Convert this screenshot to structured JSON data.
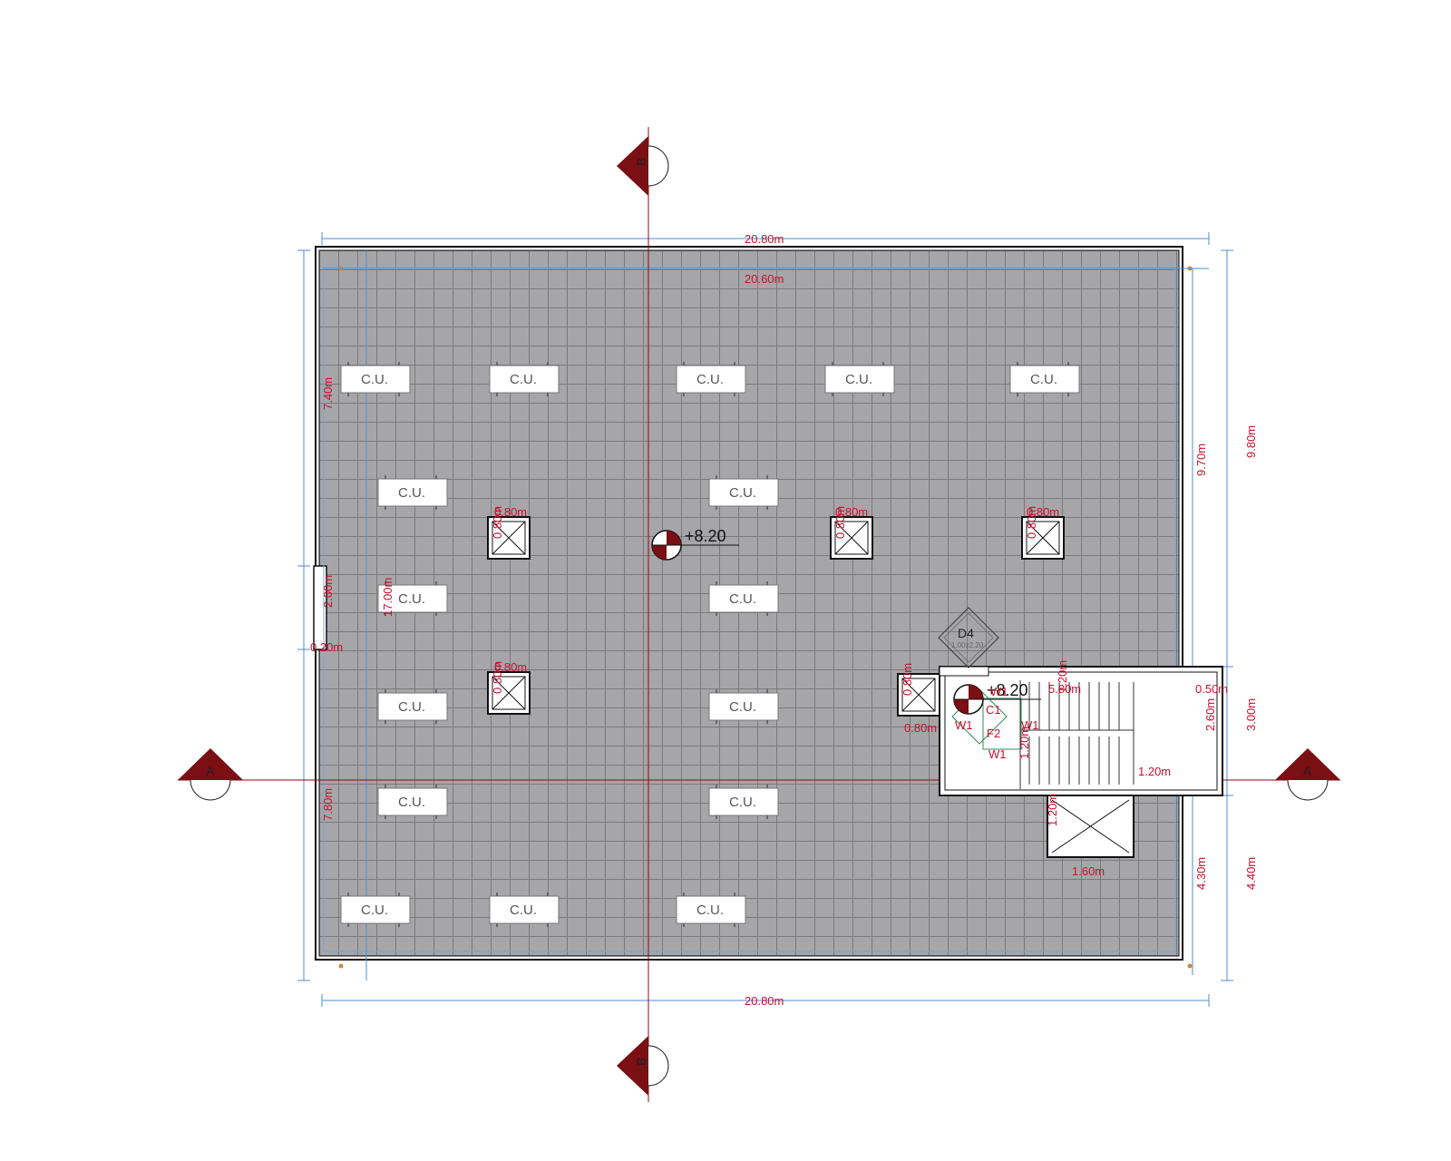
{
  "section_markers": {
    "vertical": "B",
    "horizontal": "A"
  },
  "dimensions": {
    "top_overall": "20.80m",
    "top_inner": "20.60m",
    "bottom_overall": "20.80m",
    "left_upper": "7.40m",
    "left_middle": "2.00m",
    "left_notch": "0.20m",
    "left_inner": "17.00m",
    "left_lower": "7.80m",
    "right_overall": "9.80m",
    "right_inner_upper": "9.70m",
    "right_stair": "3.00m",
    "right_lower_inner": "4.30m",
    "right_lower": "4.40m",
    "opening_size": "0.80m",
    "stair_width": "5.80m",
    "stair_offset": "0.50m",
    "stair_depth": "2.60m",
    "stair_landing": "1.20m",
    "stair_vertical": "1.20m",
    "lower_opening_height": "1.20m",
    "lower_opening_width": "1.60m",
    "landing_height": "1.20m"
  },
  "condenser_label": "C.U.",
  "level_label": "+8.20",
  "stair_level_label": "+8.20",
  "door_tag": "D4",
  "door_subtag": "1.00x2.20",
  "stair_tags": {
    "c1": "C1",
    "f2": "F2",
    "w1a": "W1",
    "w1b": "W1",
    "w1c": "W1",
    "w1d": "W1"
  },
  "colors": {
    "roof_fill": "#a6a6a8",
    "tile_line": "#7a7a7c",
    "dim_line": "#4d8ed0",
    "dim_text": "#c8102e",
    "section_line": "#8b0a0a",
    "section_fill": "#7a0f14"
  }
}
